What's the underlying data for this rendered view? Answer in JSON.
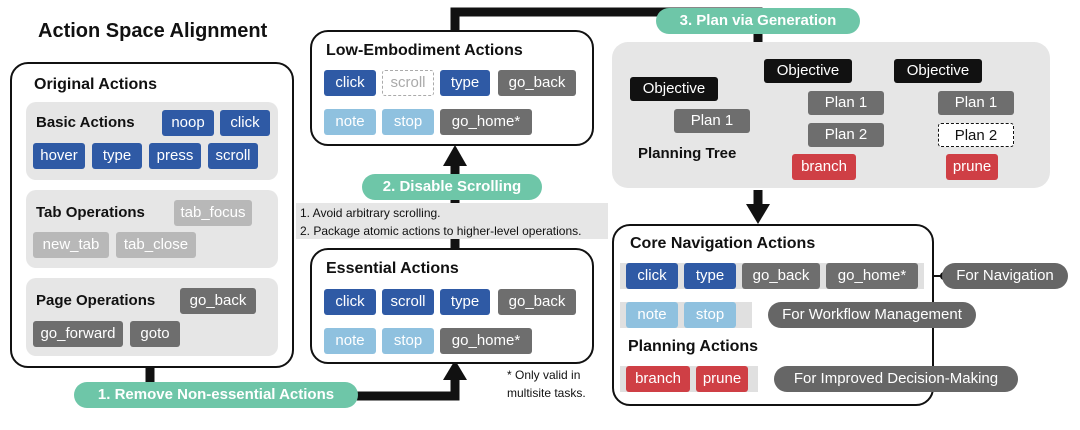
{
  "main_title": "Action Space Alignment",
  "original": {
    "title": "Original Actions",
    "basic": {
      "title": "Basic Actions",
      "actions": [
        "noop",
        "click",
        "hover",
        "type",
        "press",
        "scroll"
      ]
    },
    "tab": {
      "title": "Tab Operations",
      "actions": [
        "tab_focus",
        "new_tab",
        "tab_close"
      ]
    },
    "page": {
      "title": "Page Operations",
      "actions": [
        "go_back",
        "go_forward",
        "goto"
      ]
    }
  },
  "step1": "1. Remove Non-essential Actions",
  "essential": {
    "title": "Essential Actions",
    "actions": [
      "click",
      "scroll",
      "type",
      "go_back",
      "note",
      "stop",
      "go_home*"
    ]
  },
  "footnote": {
    "line1": "* Only valid in",
    "line2": "multisite tasks."
  },
  "step2": "2. Disable Scrolling",
  "notes": {
    "line1": "1. Avoid arbitrary scrolling.",
    "line2": "2. Package atomic actions to higher-level operations."
  },
  "low": {
    "title": "Low-Embodiment Actions",
    "actions": [
      "click",
      "scroll",
      "type",
      "go_back",
      "note",
      "stop",
      "go_home*"
    ]
  },
  "step3": "3. Plan via Generation",
  "planning": {
    "tree_label": "Planning Tree",
    "objective": "Objective",
    "plan1": "Plan 1",
    "plan2": "Plan 2",
    "branch": "branch",
    "prune": "prune"
  },
  "core": {
    "title": "Core Navigation Actions",
    "nav_actions": [
      "click",
      "type",
      "go_back",
      "go_home*"
    ],
    "nav_label": "For Navigation",
    "workflow_actions": [
      "note",
      "stop"
    ],
    "workflow_label": "For Workflow Management",
    "planning_title": "Planning Actions",
    "planning_actions": [
      "branch",
      "prune"
    ],
    "planning_label": "For Improved Decision-Making"
  },
  "colors": {
    "blue": "#2f5aa5",
    "light_blue": "#8fc1df",
    "gray": "#6e6e6e",
    "light_gray": "#b8b8b8",
    "red": "#cf3f45",
    "teal": "#6ec6a8"
  }
}
